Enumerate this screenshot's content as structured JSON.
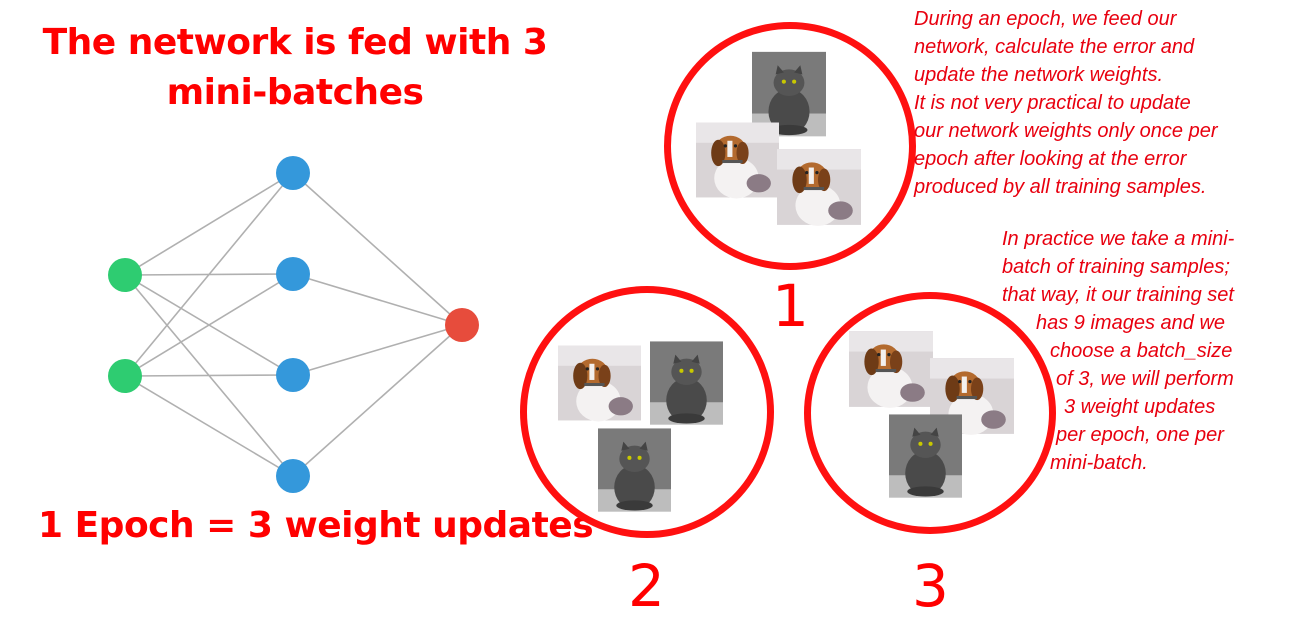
{
  "title": {
    "line1": "The network is fed with 3",
    "line2": "mini-batches"
  },
  "epoch_caption": "1 Epoch = 3 weight updates",
  "batch_labels": [
    "1",
    "2",
    "3"
  ],
  "paragraph1": [
    "During an epoch, we feed our",
    "network, calculate the error and",
    "update the network weights.",
    "It is not very practical to update",
    "our network weights only once per",
    "epoch after looking at the error",
    "produced by all training samples."
  ],
  "paragraph2": [
    "In practice we take a mini-",
    "batch of training samples;",
    "that way, it our training set",
    "has 9 images and we",
    "choose a batch_size",
    "of 3, we will perform",
    "3 weight updates",
    "per epoch, one per",
    "mini-batch."
  ],
  "colors": {
    "accent_red": "#ff0000",
    "input_node": "#2ecc71",
    "hidden_node": "#3498db",
    "output_node": "#e74c3c",
    "edge": "#b0b0b0"
  },
  "icons": [
    "cat-photo-icon",
    "dog-photo-icon"
  ]
}
